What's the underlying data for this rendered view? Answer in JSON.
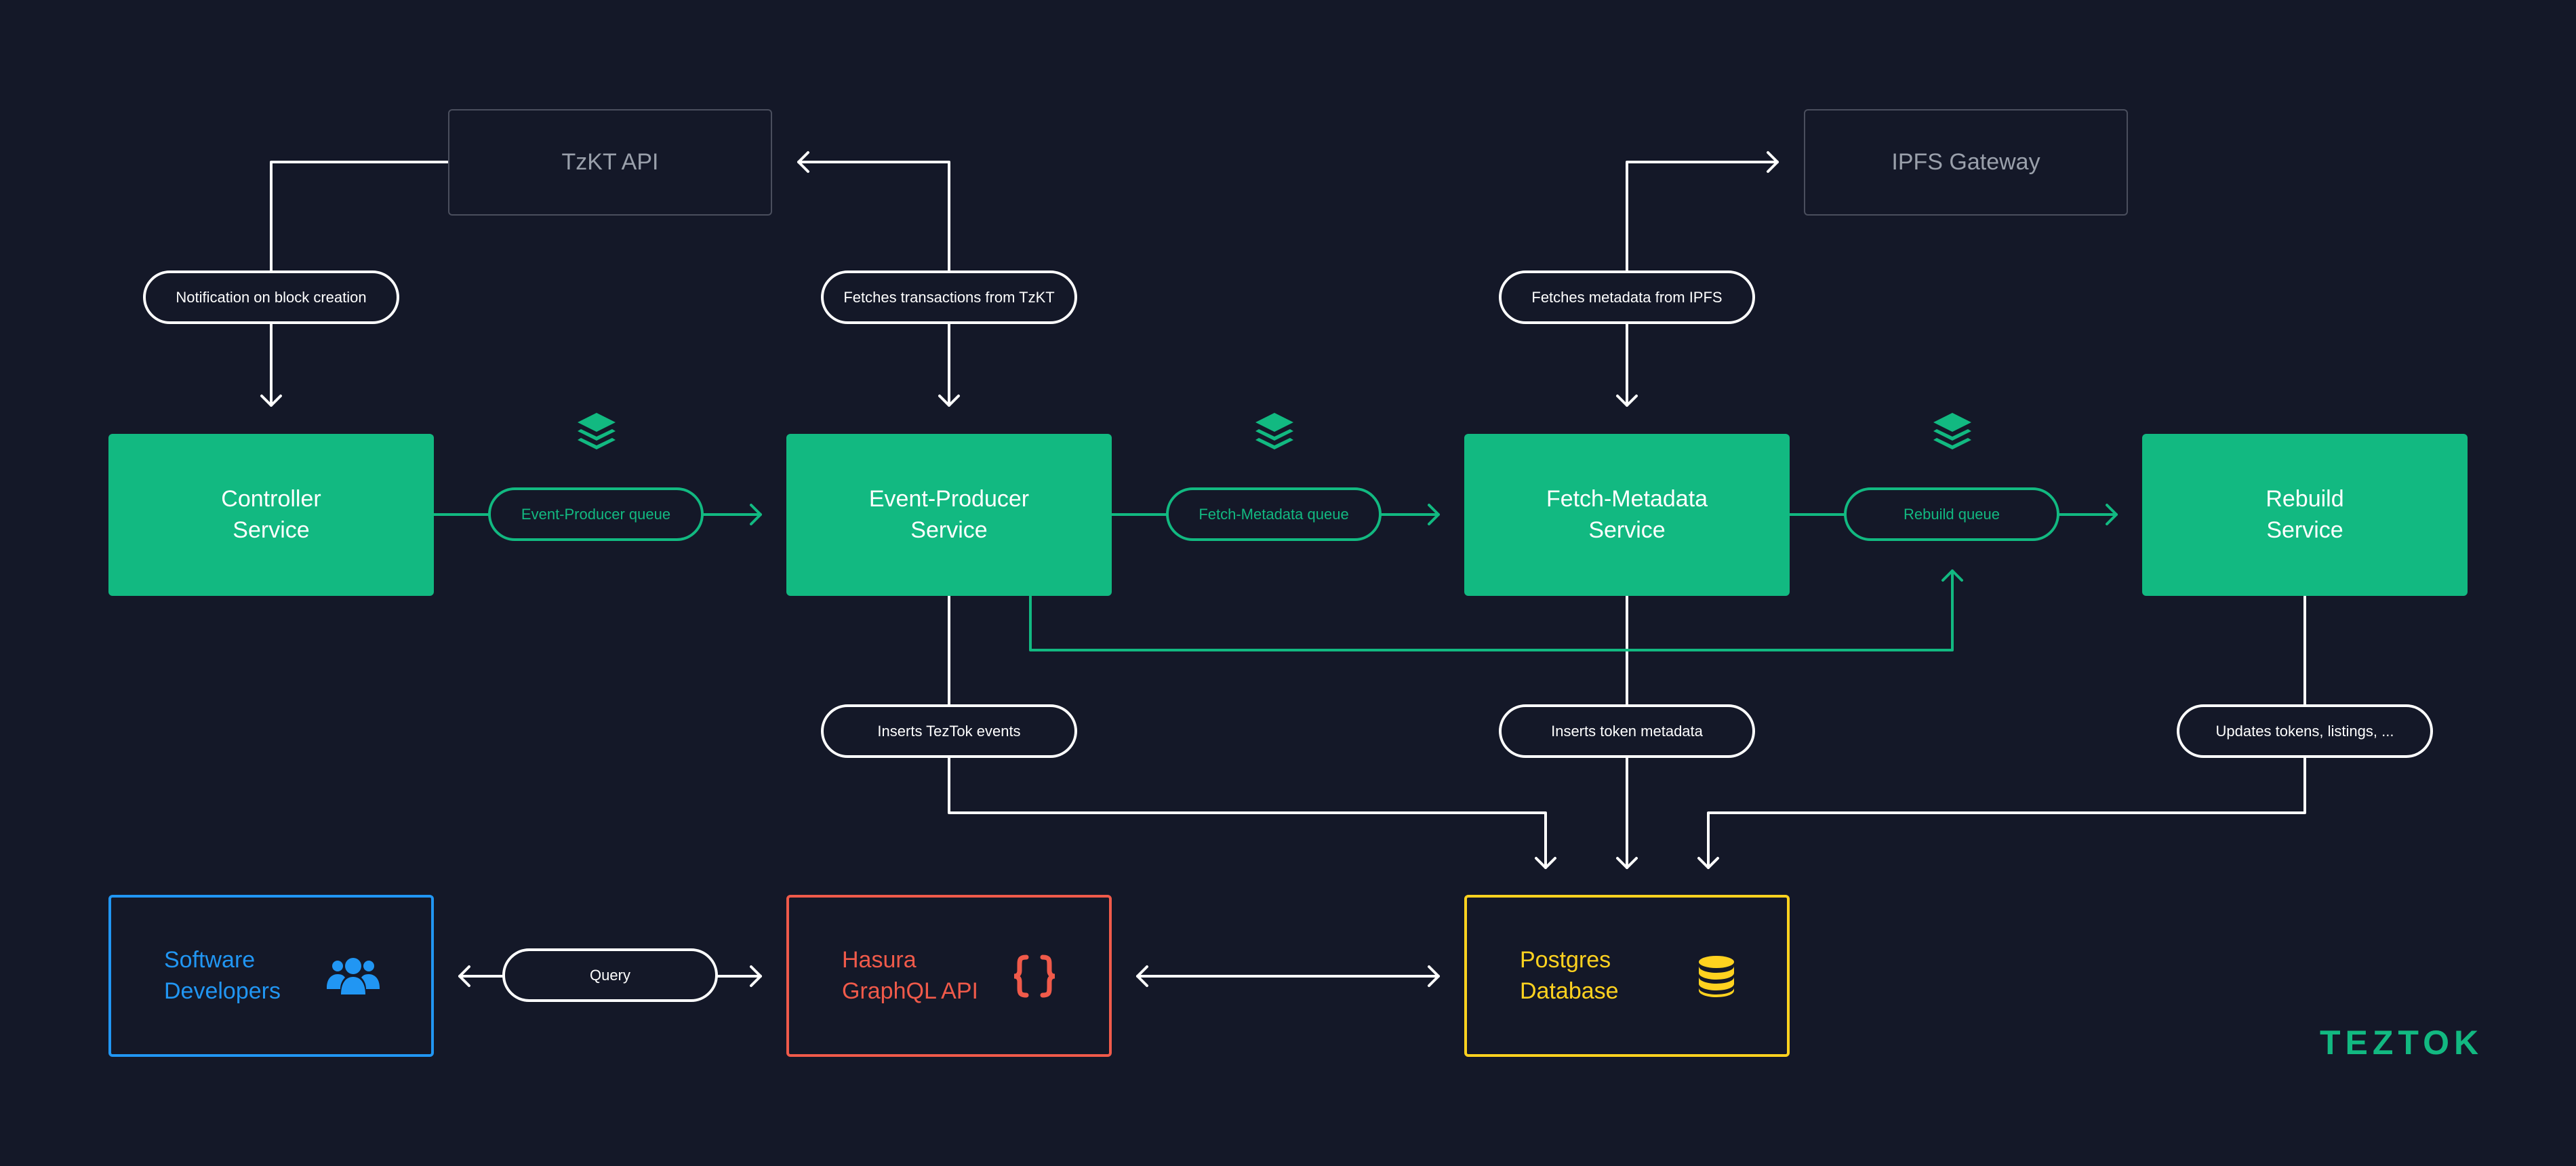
{
  "colors": {
    "background": "#141828",
    "service_green": "#12b981",
    "wire_white": "#ffffff",
    "external_border": "#4a4e5d",
    "developers_blue": "#2196f3",
    "hasura_red": "#f05a4a",
    "postgres_yellow": "#ffd21f"
  },
  "nodes": {
    "tzkt_api": {
      "label": "TzKT API"
    },
    "ipfs_gateway": {
      "label": "IPFS Gateway"
    },
    "controller": {
      "label": "Controller\nService"
    },
    "event_producer": {
      "label": "Event-Producer\nService"
    },
    "fetch_metadata": {
      "label": "Fetch-Metadata\nService"
    },
    "rebuild": {
      "label": "Rebuild\nService"
    },
    "developers": {
      "label": "Software\nDevelopers",
      "icon": "users-icon"
    },
    "hasura": {
      "label": "Hasura\nGraphQL API",
      "icon": "curly-braces-icon"
    },
    "postgres": {
      "label": "Postgres\nDatabase",
      "icon": "database-icon"
    }
  },
  "labels": {
    "block_notification": "Notification on block creation",
    "fetch_transactions": "Fetches transactions from TzKT",
    "fetch_metadata": "Fetches metadata from IPFS",
    "insert_events": "Inserts TezTok events",
    "insert_metadata": "Inserts token metadata",
    "update_tokens": "Updates tokens, listings, ...",
    "query": "Query"
  },
  "queues": {
    "event_producer_queue": {
      "label": "Event-Producer queue",
      "icon": "layers-icon"
    },
    "fetch_metadata_queue": {
      "label": "Fetch-Metadata queue",
      "icon": "layers-icon"
    },
    "rebuild_queue": {
      "label": "Rebuild queue",
      "icon": "layers-icon"
    }
  },
  "brand": {
    "name": "TEZTOK"
  }
}
